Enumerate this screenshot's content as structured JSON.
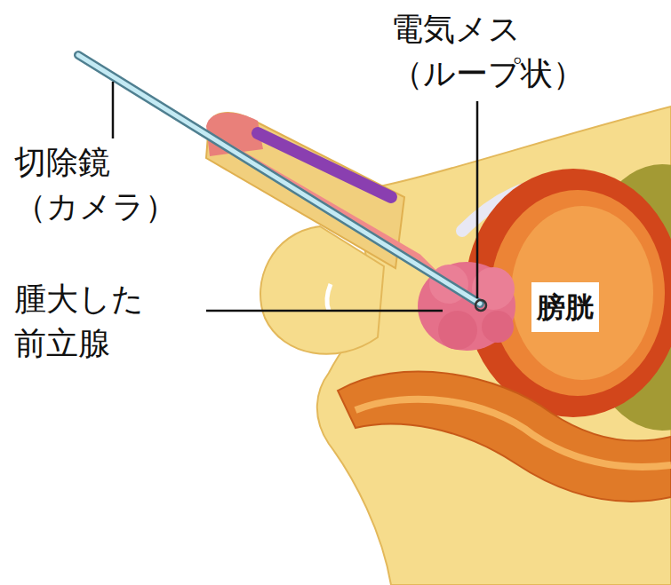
{
  "diagram": {
    "labels": [
      "電気メス （ループ状）",
      "切除鏡 （カメラ）",
      "腫大した 前立腺",
      "膀胱"
    ]
  }
}
